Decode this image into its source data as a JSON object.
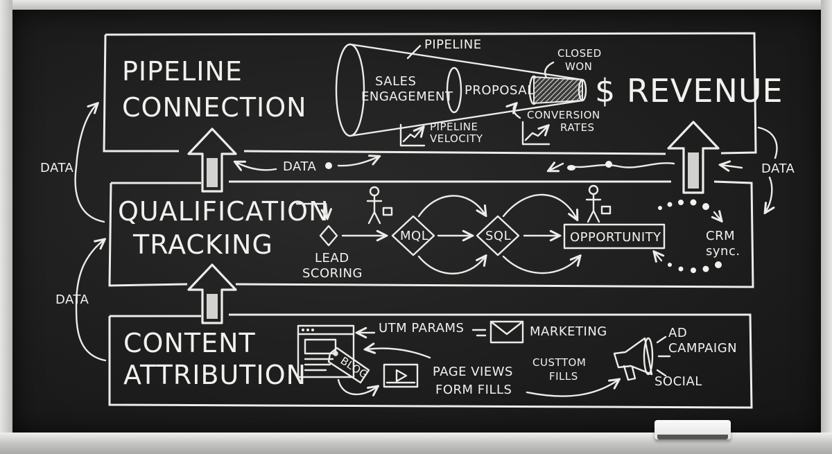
{
  "sections": {
    "pipeline": {
      "line1": "PIPELINE",
      "line2": "CONNECTION"
    },
    "qualification": {
      "line1": "QUALIFICATION",
      "line2": "TRACKING"
    },
    "content": {
      "line1": "CONTENT",
      "line2": "ATTRIBUTION"
    }
  },
  "funnel": {
    "pipeline": "PIPELINE",
    "sales_line1": "SALES",
    "sales_line2": "ENGAGEMENT",
    "proposal": "PROPOSAL",
    "closed_line1": "CLOSED",
    "closed_line2": "WON",
    "velocity_line1": "PIPELINE",
    "velocity_line2": "VELOCITY",
    "conversion_line1": "CONVERSION",
    "conversion_line2": "RATES",
    "revenue": "$ REVENUE"
  },
  "data_flows": {
    "top_center": "DATA",
    "left_upper": "DATA",
    "left_lower": "DATA",
    "right": "DATA"
  },
  "qualification_flow": {
    "lead_line1": "LEAD",
    "lead_line2": "SCORING",
    "mql": "MQL",
    "sql": "SQL",
    "opportunity": "OPPORTUNITY",
    "crm_line1": "CRM",
    "crm_line2": "sync."
  },
  "content_flow": {
    "blog": "BLOG",
    "utm": "UTM PARAMS",
    "marketing": "MARKETING",
    "page_views": "PAGE VIEWS",
    "form_fills": "FORM FILLS",
    "custom_line1": "CUSTTOM",
    "custom_line2": "FILLS",
    "ad_line1": "AD",
    "ad_line2": "CAMPAIGN",
    "social": "SOCIAL"
  },
  "colors": {
    "chalk": "#f1f1ee",
    "slate": "#1f1f1f",
    "frame": "#d8d8d6"
  }
}
